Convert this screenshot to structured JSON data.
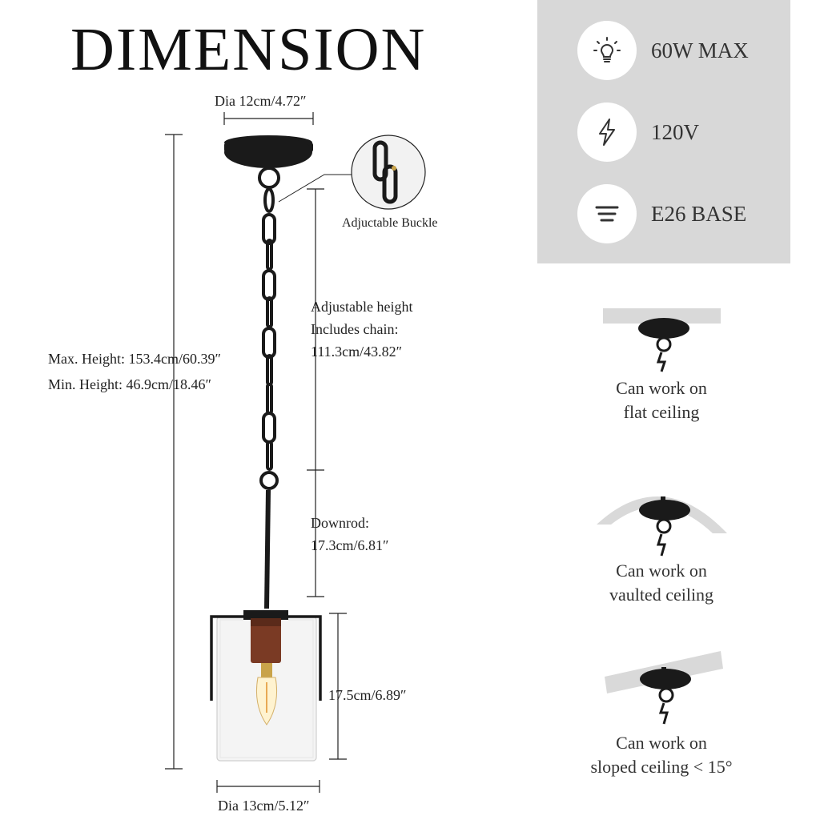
{
  "title": "DIMENSION",
  "labels": {
    "canopy_dia": "Dia 12cm/4.72″",
    "buckle": "Adjuctable Buckle",
    "adjustable_1": "Adjustable height",
    "adjustable_2": "Includes chain:",
    "adjustable_3": "111.3cm/43.82″",
    "max_height": "Max. Height: 153.4cm/60.39″",
    "min_height": "Min. Height: 46.9cm/18.46″",
    "downrod_1": "Downrod:",
    "downrod_2": "17.3cm/6.81″",
    "shade_height": "17.5cm/6.89″",
    "shade_dia": "Dia 13cm/5.12″"
  },
  "specs": [
    {
      "icon": "light-bulb-icon",
      "text": "60W MAX"
    },
    {
      "icon": "lightning-bolt-icon",
      "text": "120V"
    },
    {
      "icon": "base-lines-icon",
      "text": "E26 BASE"
    }
  ],
  "ceilings": [
    {
      "line1": "Can work on",
      "line2": "flat ceiling"
    },
    {
      "line1": "Can work on",
      "line2": "vaulted ceiling"
    },
    {
      "line1": "Can work on",
      "line2": "sloped ceiling < 15°"
    }
  ],
  "colors": {
    "panel": "#d8d8d8",
    "fixture": "#1a1a1a",
    "wood": "#7a3a24",
    "ceiling": "#d9d9d9"
  }
}
